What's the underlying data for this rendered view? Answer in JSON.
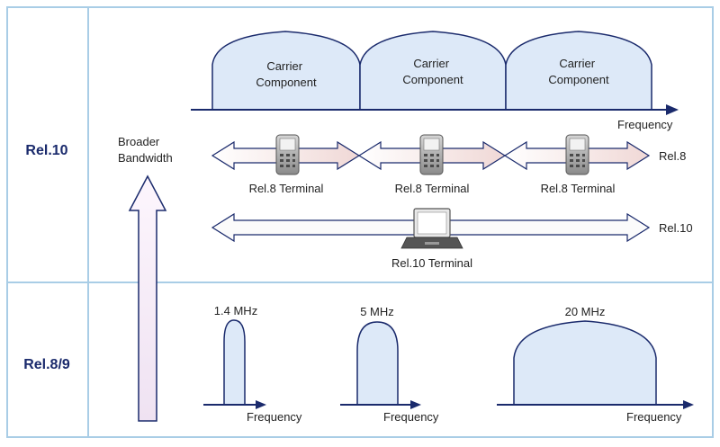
{
  "rows": {
    "rel10_label": "Rel.10",
    "rel89_label": "Rel.8/9"
  },
  "axis": {
    "broader_line1": "Broader",
    "broader_line2": "Bandwidth"
  },
  "rel10": {
    "carriers": [
      {
        "line1": "Carrier",
        "line2": "Component"
      },
      {
        "line1": "Carrier",
        "line2": "Component"
      },
      {
        "line1": "Carrier",
        "line2": "Component"
      }
    ],
    "frequency_label": "Frequency",
    "rel8_terminals": [
      "Rel.8 Terminal",
      "Rel.8 Terminal",
      "Rel.8 Terminal"
    ],
    "rel8_tag": "Rel.8",
    "rel10_terminal": "Rel.10 Terminal",
    "rel10_tag": "Rel.10"
  },
  "rel89": {
    "carriers": [
      {
        "bandwidth": "1.4 MHz",
        "frequency_label": "Frequency"
      },
      {
        "bandwidth": "5 MHz",
        "frequency_label": "Frequency"
      },
      {
        "bandwidth": "20 MHz",
        "frequency_label": "Frequency"
      }
    ]
  },
  "colors": {
    "navy": "#1a2a6c",
    "border": "#a9cde6",
    "carrier_fill": "#dde9f8",
    "arrow_fill_light": "#fbfbfb",
    "arrow_fill_pink": "#f3dede",
    "bandwidth_arrow_fill": "#f7eef8"
  }
}
